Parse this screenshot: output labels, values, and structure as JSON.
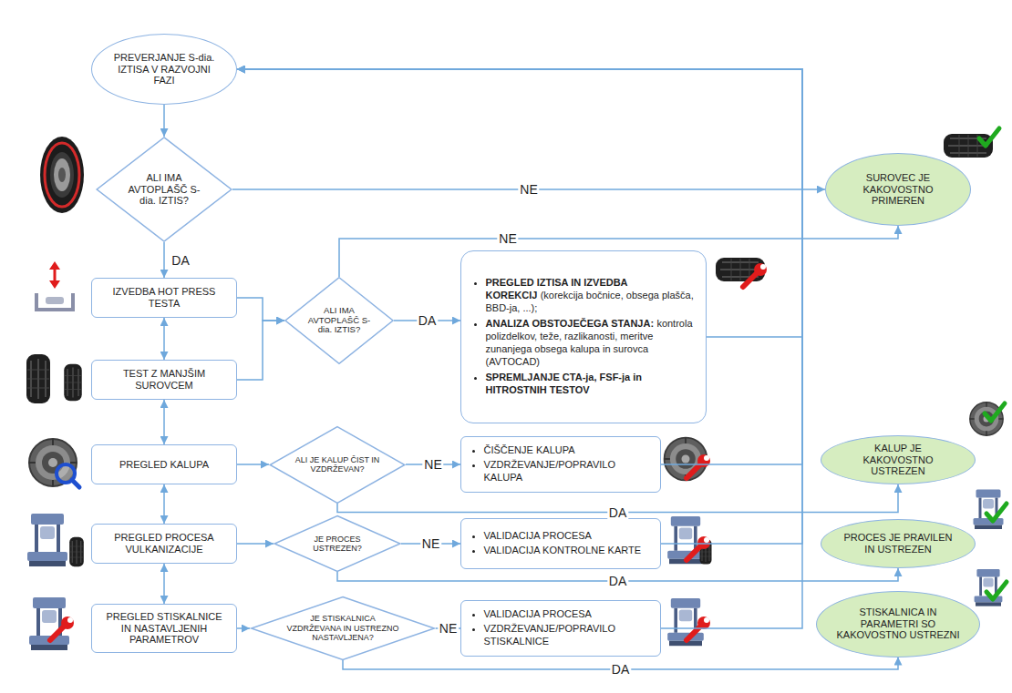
{
  "diagram": {
    "nodes": [
      {
        "text": [
          "PREVERJANJE S-dia. IZTISA V RAZVOJNI FAZI"
        ]
      },
      {
        "text": [
          "ALI IMA AVTOPLAŠČ S-dia. IZTIS?"
        ]
      },
      {
        "text": [
          "SUROVEC JE KAKOVOSTNO PRIMEREN"
        ]
      },
      {
        "text": [
          "IZVEDBA HOT PRESS TESTA"
        ]
      },
      {
        "text": [
          "ALI IMA AVTOPLAŠČ S-dia. IZTIS?"
        ]
      },
      {
        "text": [
          "PREGLED IZTISA IN IZVEDBA KOREKCIJ",
          "(korekcija bočnice, obsega plašča, BBD-ja, ...);",
          "ANALIZA OBSTOJEČEGA STANJA:",
          "kontrola polizdelkov, teže, razlikanosti, meritve zunanjega obsega kalupa in surovca (AVTOCAD)",
          "SPREMLJANJE CTA-ja, FSF-ja in HITROSTNIH TESTOV"
        ]
      },
      {
        "text": [
          "TEST Z MANJŠIM SUROVCEM"
        ]
      },
      {
        "text": [
          "PREGLED KALUPA"
        ]
      },
      {
        "text": [
          "ALI JE KALUP ČIST IN VZDRŽEVAN?"
        ]
      },
      {
        "text": [
          "ČIŠČENJE KALUPA",
          "VZDRŽEVANJE/POPRAVILO KALUPA"
        ]
      },
      {
        "text": [
          "KALUP JE KAKOVOSTNO USTREZEN"
        ]
      },
      {
        "text": [
          "PREGLED PROCESA VULKANIZACIJE"
        ]
      },
      {
        "text": [
          "JE PROCES USTREZEN?"
        ]
      },
      {
        "text": [
          "VALIDACIJA PROCESA",
          "VALIDACIJA KONTROLNE KARTE"
        ]
      },
      {
        "text": [
          "PROCES JE PRAVILEN IN USTREZEN"
        ]
      },
      {
        "text": [
          "PREGLED STISKALNICE IN NASTAVLJENIH PARAMETROV"
        ]
      },
      {
        "text": [
          "JE STISKALNICA VZDRŽEVANA IN USTREZNO NASTAVLJENA?"
        ]
      },
      {
        "text": [
          "VALIDACIJA PROCESA",
          "VZDRŽEVANJE/POPRAVILO STISKALNICE"
        ]
      },
      {
        "text": [
          "STISKALNICA IN PARAMETRI SO KAKOVOSTNO USTREZNI"
        ]
      }
    ],
    "edges": [
      {
        "from": 0,
        "to": 1,
        "arrow": "to"
      },
      {
        "from": 1,
        "to": 2,
        "label": "NE",
        "arrow": "to"
      },
      {
        "from": 1,
        "to": 3,
        "label": "DA",
        "arrow": "to"
      },
      {
        "from": 3,
        "to": 6,
        "arrow": "both"
      },
      {
        "from": 6,
        "to": 7,
        "arrow": "both"
      },
      {
        "from": 7,
        "to": 11,
        "arrow": "both"
      },
      {
        "from": 11,
        "to": 15,
        "arrow": "both"
      },
      {
        "from": 3,
        "to": 4,
        "arrow": "to"
      },
      {
        "from": 6,
        "to": 4,
        "arrow": "to"
      },
      {
        "from": 4,
        "to": 5,
        "label": "DA",
        "arrow": "to"
      },
      {
        "from": 4,
        "to": 2,
        "label": "NE",
        "arrow": "to"
      },
      {
        "from": 5,
        "to": 0,
        "arrow": "to"
      },
      {
        "from": 7,
        "to": 8,
        "arrow": "to"
      },
      {
        "from": 8,
        "to": 9,
        "label": "NE",
        "arrow": "to"
      },
      {
        "from": 8,
        "to": 10,
        "label": "DA",
        "arrow": "to"
      },
      {
        "from": 9,
        "to": 0,
        "arrow": "to"
      },
      {
        "from": 11,
        "to": 12,
        "arrow": "to"
      },
      {
        "from": 12,
        "to": 13,
        "label": "NE",
        "arrow": "to"
      },
      {
        "from": 12,
        "to": 14,
        "label": "DA",
        "arrow": "to"
      },
      {
        "from": 13,
        "to": 0,
        "arrow": "to"
      },
      {
        "from": 15,
        "to": 16,
        "arrow": "to"
      },
      {
        "from": 16,
        "to": 17,
        "label": "NE",
        "arrow": "to"
      },
      {
        "from": 16,
        "to": 18,
        "label": "DA",
        "arrow": "to"
      },
      {
        "from": 17,
        "to": 0,
        "arrow": "to"
      }
    ]
  }
}
